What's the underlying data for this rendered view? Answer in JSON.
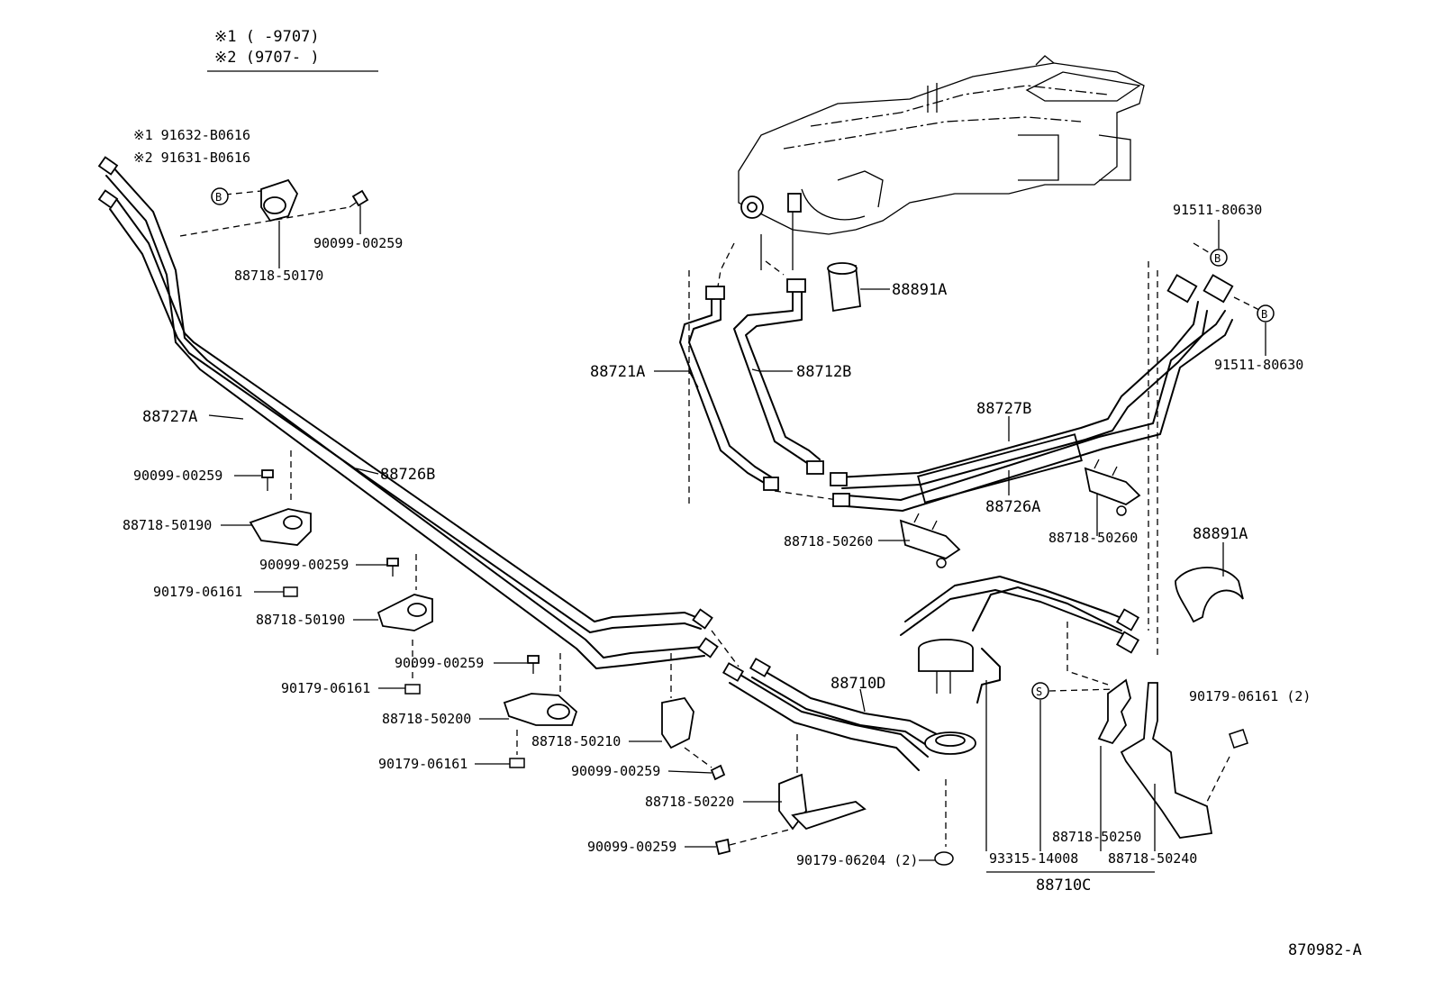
{
  "notes": {
    "line1": "※1  (      -9707)",
    "line2": "※2  (9707-      )"
  },
  "callouts": {
    "b_tags": [
      "※1  91632-B0616",
      "※2  91631-B0616"
    ],
    "p_88718_50170": "88718-50170",
    "p_90099_00259_top": "90099-00259",
    "p_88727A": "88727A",
    "p_88726B": "88726B",
    "p_90099_00259_a": "90099-00259",
    "p_88718_50190_a": "88718-50190",
    "p_90099_00259_b": "90099-00259",
    "p_90179_06161_a": "90179-06161",
    "p_88718_50190_b": "88718-50190",
    "p_90099_00259_c": "90099-00259",
    "p_90179_06161_b": "90179-06161",
    "p_88718_50200": "88718-50200",
    "p_90179_06161_c": "90179-06161",
    "p_88718_50210": "88718-50210",
    "p_90099_00259_d": "90099-00259",
    "p_88718_50220": "88718-50220",
    "p_90099_00259_e": "90099-00259",
    "p_90179_06204": "90179-06204 (2)",
    "p_88710D": "88710D",
    "p_88721A": "88721A",
    "p_88712B": "88712B",
    "p_88891A_top": "88891A",
    "p_91511_80630_a": "91511-80630",
    "p_91511_80630_b": "91511-80630",
    "p_88727B": "88727B",
    "p_88726A": "88726A",
    "p_88718_50260_a": "88718-50260",
    "p_88718_50260_b": "88718-50260",
    "p_88891A_right": "88891A",
    "p_90179_06161_2": "90179-06161 (2)",
    "p_93315_14008": "93315-14008",
    "p_88718_50250": "88718-50250",
    "p_88718_50240": "88718-50240",
    "p_88710C": "88710C"
  },
  "markers": {
    "b": "B",
    "s": "S"
  },
  "drawing_id": "870982-A"
}
